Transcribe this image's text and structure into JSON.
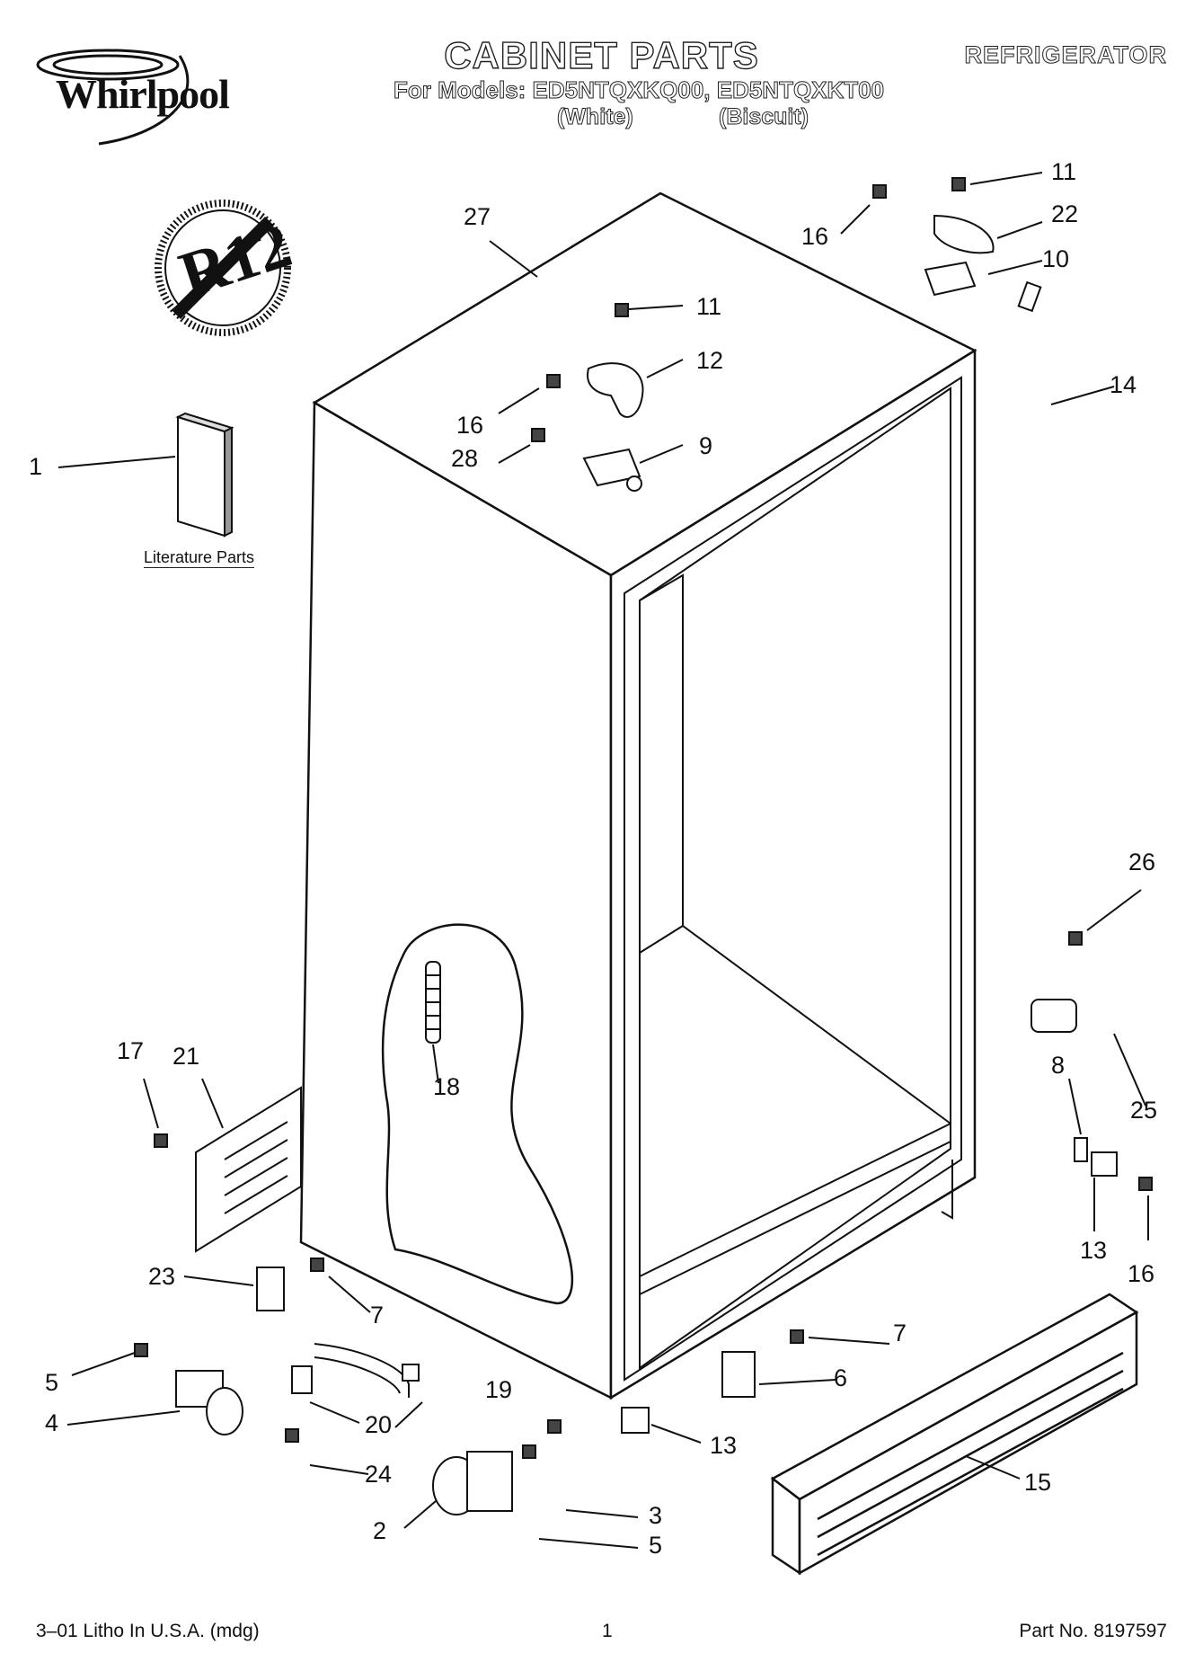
{
  "header": {
    "brand": "Whirlpool",
    "title": "CABINET PARTS",
    "category": "REFRIGERATOR",
    "models_line": "For Models: ED5NTQXKQ00, ED5NTQXKT00",
    "variant_white": "(White)",
    "variant_biscuit": "(Biscuit)",
    "badge": "R12"
  },
  "labels": {
    "literature": "Literature Parts"
  },
  "callouts": [
    "27",
    "16",
    "11",
    "22",
    "10",
    "11",
    "12",
    "16",
    "9",
    "28",
    "14",
    "1",
    "26",
    "17",
    "21",
    "18",
    "8",
    "25",
    "23",
    "7",
    "13",
    "16",
    "5",
    "19",
    "7",
    "6",
    "4",
    "20",
    "13",
    "24",
    "15",
    "2",
    "3",
    "5"
  ],
  "footer": {
    "left": "3–01 Litho In U.S.A. (mdg)",
    "center": "1",
    "right": "Part No. 8197597"
  }
}
